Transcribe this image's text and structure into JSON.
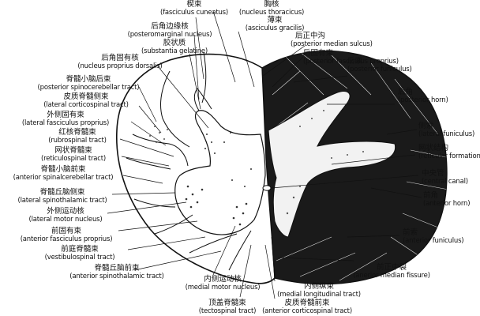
{
  "labels": [
    {
      "id": "fasciculus-cuneatus",
      "cn": "楔束",
      "en": "(fasciculus cuneatus)"
    },
    {
      "id": "nucleus-thoracicus",
      "cn": "胸核",
      "en": "(nucleus thoracicus)"
    },
    {
      "id": "fasciculus-gracilis",
      "cn": "薄束",
      "en": "(asciculus gracilis)"
    },
    {
      "id": "posteromarginal-nucleus",
      "cn": "后角边缘核",
      "en": "(posteromarginal nucleus)"
    },
    {
      "id": "substantia-gelatinosa",
      "cn": "胶状质",
      "en": "(substantia gelatine)"
    },
    {
      "id": "posterior-median-sulcus",
      "cn": "后正中沟",
      "en": "(posterior median sulcus)"
    },
    {
      "id": "posterior-fasciculus-proprius",
      "cn": "后固有束",
      "en": "(posterior fasciculus proprius)"
    },
    {
      "id": "nucleus-proprius-dorsalis",
      "cn": "后角固有核",
      "en": "(nucleus proprius dorsalis)"
    },
    {
      "id": "posterior-funiculus",
      "cn": "后索",
      "en": "(posterior funiculus)"
    },
    {
      "id": "posterior-spinocerebellar-tract",
      "cn": "脊髓小脑后束",
      "en": "(posterior spinocerebellar tract)"
    },
    {
      "id": "lateral-corticospinal-tract",
      "cn": "皮质脊髓侧束",
      "en": "(lateral corticospinal tract)"
    },
    {
      "id": "posterior-horn",
      "cn": "后角",
      "en": "(posterior horn)"
    },
    {
      "id": "lateral-fasciculus-proprius",
      "cn": "外侧固有束",
      "en": "(lateral fasciculus proprius)"
    },
    {
      "id": "lateral-funiculus",
      "cn": "侧索",
      "en": "(lateral funiculus)"
    },
    {
      "id": "rubrospinal-tract",
      "cn": "红核脊髓束",
      "en": "(rubrospinal tract)"
    },
    {
      "id": "reticular-formation",
      "cn": "网状结构",
      "en": "(reticular formation)"
    },
    {
      "id": "reticulospinal-tract",
      "cn": "网状脊髓束",
      "en": "(reticulospinal tract)"
    },
    {
      "id": "central-canal",
      "cn": "中央管",
      "en": "(central canal)"
    },
    {
      "id": "anterior-spinocerebellar-tract",
      "cn": "脊髓小脑前束",
      "en": "(anterior spinalcerebellar tract)"
    },
    {
      "id": "anterior-horn",
      "cn": "前角",
      "en": "(anterior horn)"
    },
    {
      "id": "lateral-spinothalamic-tract",
      "cn": "脊髓丘脑侧束",
      "en": "(lateral spinothalamic tract)"
    },
    {
      "id": "lateral-motor-nucleus",
      "cn": "外侧运动核",
      "en": "(lateral motor nucleus)"
    },
    {
      "id": "anterior-funiculus",
      "cn": "前索",
      "en": "(anterior funiculus)"
    },
    {
      "id": "anterior-fasciculus-proprius",
      "cn": "前固有束",
      "en": "(anterior fasciculus proprius)"
    },
    {
      "id": "vestibulospinal-tract",
      "cn": "前庭脊髓束",
      "en": "(vestibulospinal tract)"
    },
    {
      "id": "anterior-median-fissure",
      "cn": "前正中裂",
      "en": "(anerior median fissure)"
    },
    {
      "id": "anterior-spinothalamic-tract",
      "cn": "脊髓丘脑前束",
      "en": "(anterior spinothalamic tract)"
    },
    {
      "id": "medial-motor-nucleus",
      "cn": "内侧运动核",
      "en": "(medial motor nucleus)"
    },
    {
      "id": "medial-longitudinal-tract",
      "cn": "内侧纵束",
      "en": "(medial longitudinal tract)"
    },
    {
      "id": "tectospinal-tract",
      "cn": "顶盖脊髓束",
      "en": "(tectospinal tract)"
    },
    {
      "id": "anterior-corticospinal-tract",
      "cn": "皮质脊髓前束",
      "en": "(anterior corticospinal tract)"
    }
  ],
  "colors": {
    "ink": "#111111",
    "paper": "#ffffff"
  }
}
